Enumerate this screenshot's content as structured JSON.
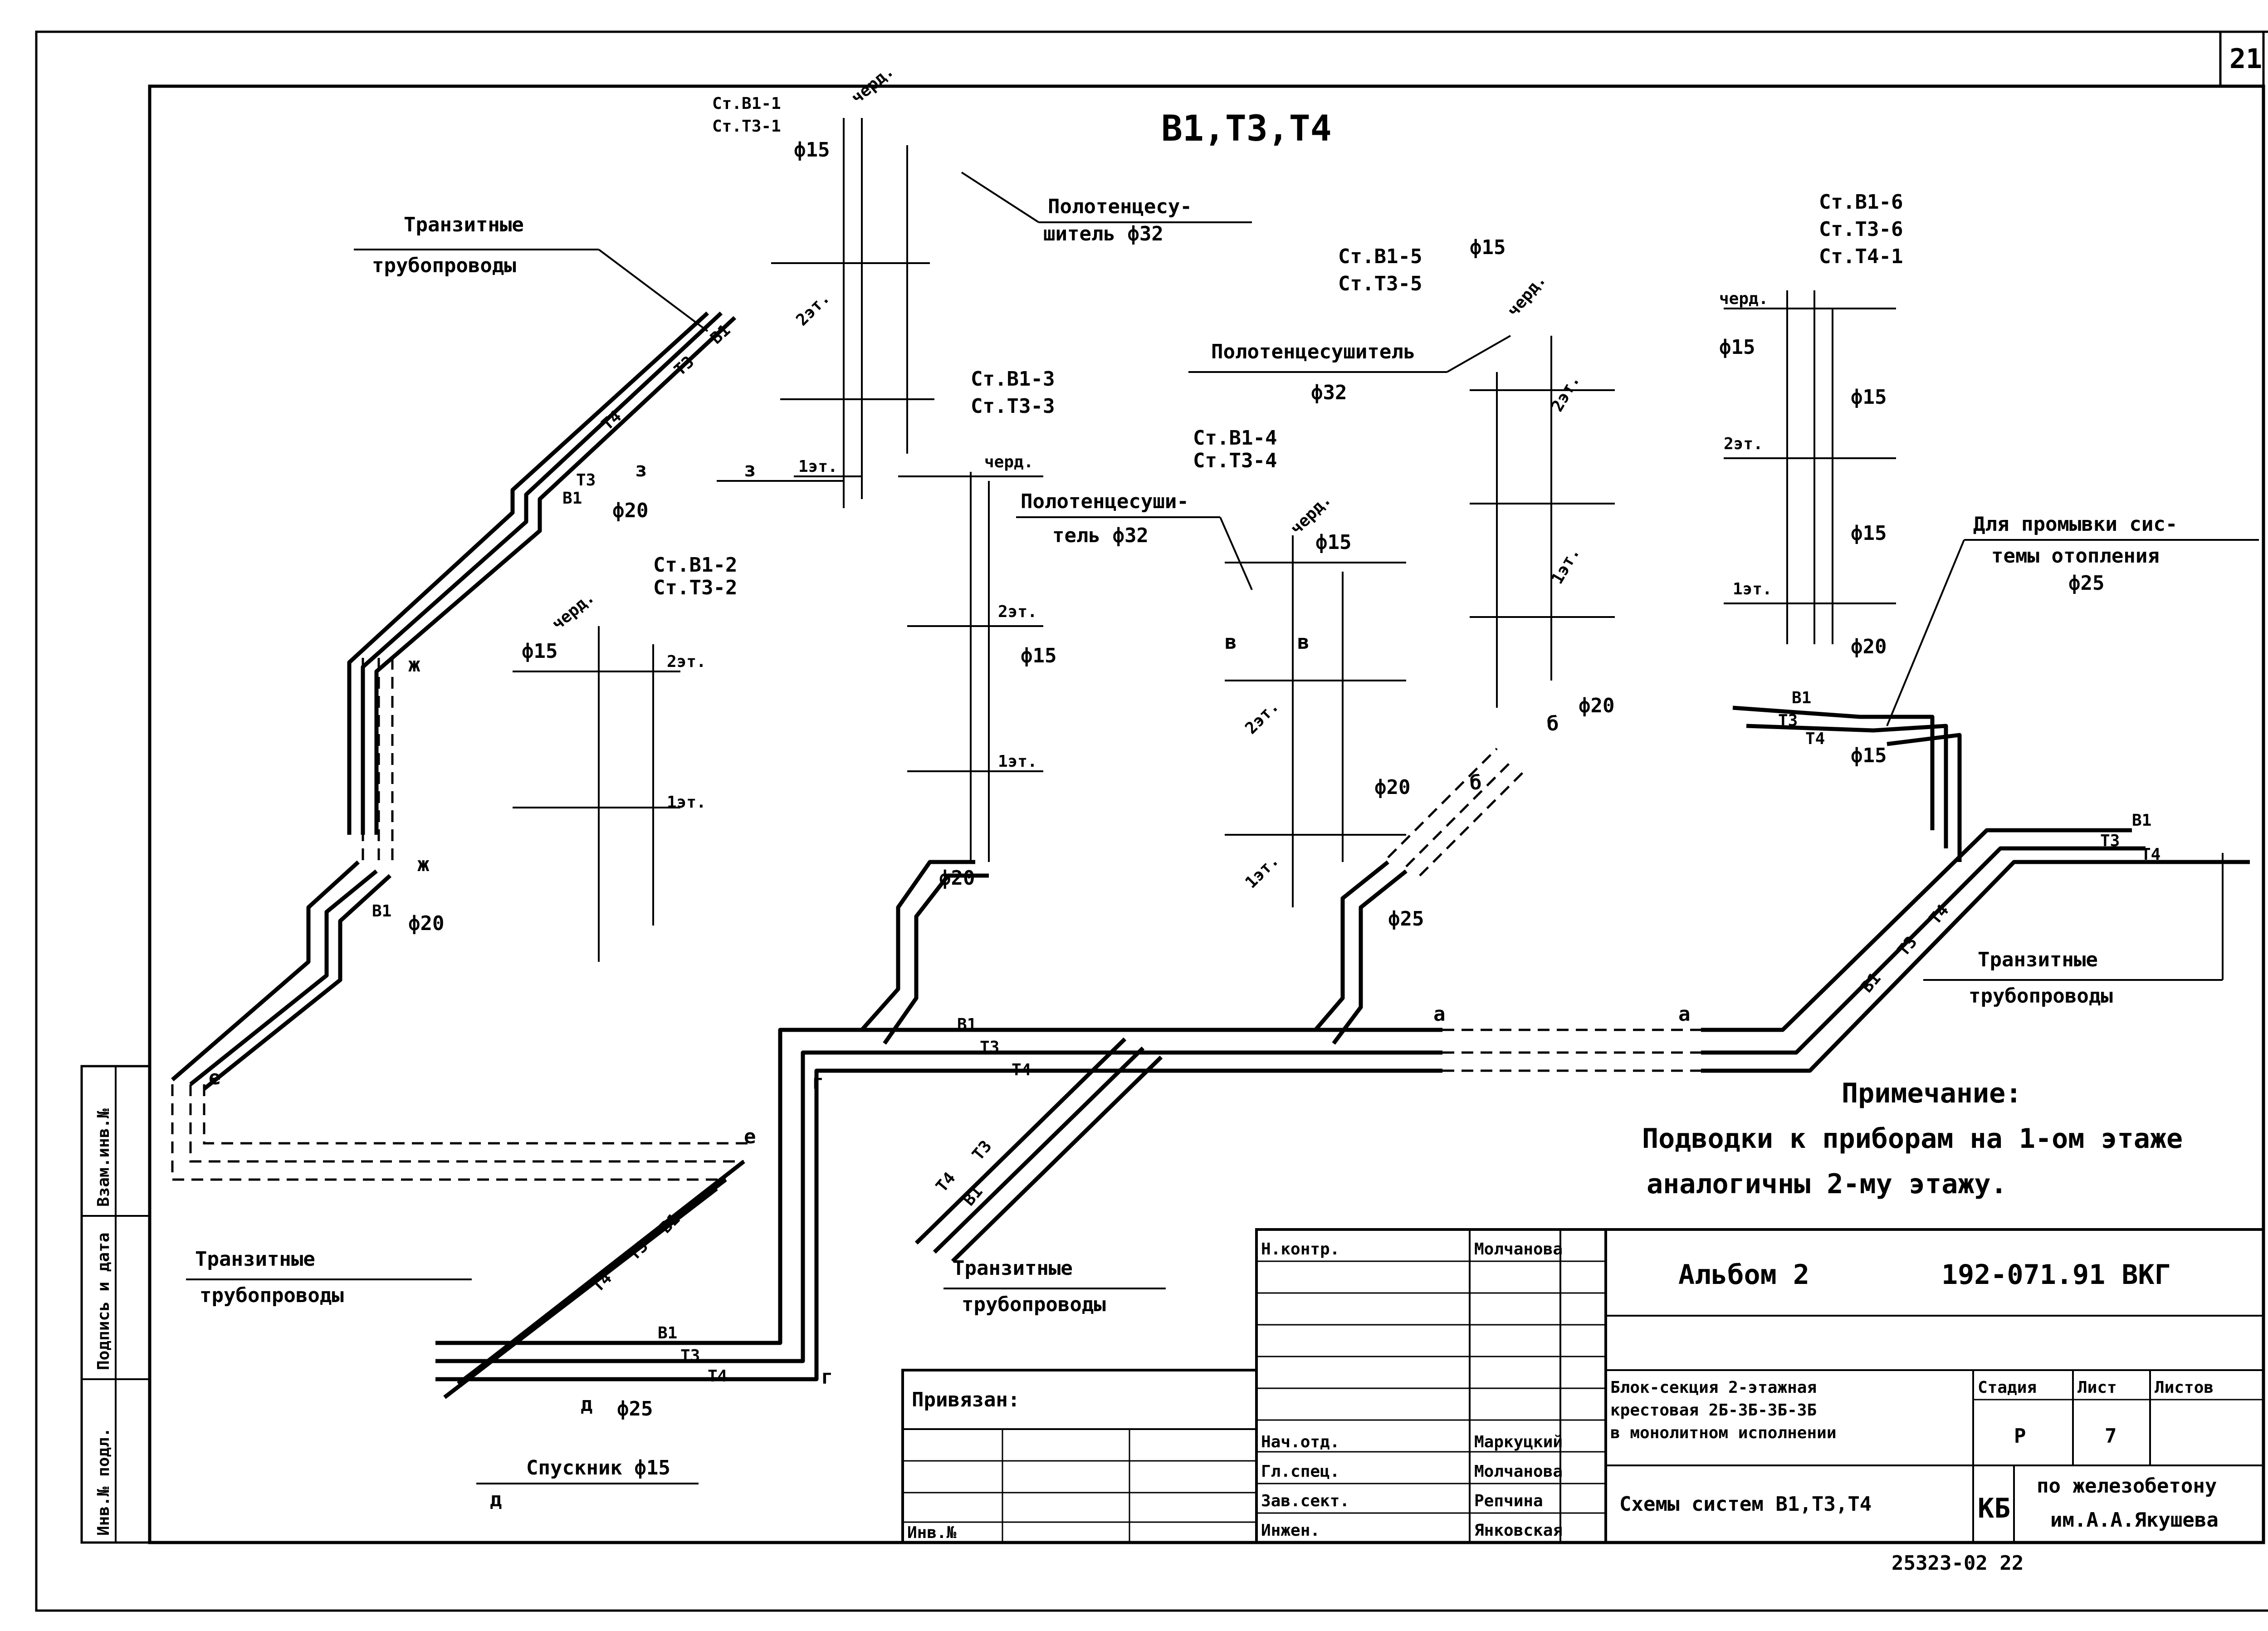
{
  "sheet_number": "21",
  "scheme_title": "В1,Т3,Т4",
  "transit_label_1": "Транзитные",
  "transit_label_2": "трубопроводы",
  "risers": {
    "r1": [
      "Ст.В1-1",
      "Ст.Т3-1"
    ],
    "r2": [
      "Ст.В1-2",
      "Ст.Т3-2"
    ],
    "r3": [
      "Ст.В1-3",
      "Ст.Т3-3"
    ],
    "r4": [
      "Ст.В1-4",
      "Ст.Т3-4"
    ],
    "r5": [
      "Ст.В1-5",
      "Ст.Т3-5"
    ],
    "r6": [
      "Ст.В1-6",
      "Ст.Т3-6",
      "Ст.Т4-1"
    ]
  },
  "towel_dryer": {
    "a_line1": "Полотенцесу-",
    "a_line2": "шитель ф32",
    "b_line1": "Полотенцесушитель",
    "b_line2": "ф32",
    "c_line1": "Полотенцесуши-",
    "c_line2": "тель ф32"
  },
  "diameters": {
    "d15": "ф15",
    "d20": "ф20",
    "d25": "ф25"
  },
  "floors": {
    "attic": "черд.",
    "f1": "1эт.",
    "f2": "2эт."
  },
  "pipe_codes": {
    "b1": "В1",
    "t3": "Т3",
    "t4": "Т4"
  },
  "letters": {
    "a": "а",
    "b": "б",
    "v": "в",
    "g": "г",
    "d": "д",
    "e": "е",
    "zh": "ж",
    "z": "з"
  },
  "flush": {
    "line1": "Для промывки сис-",
    "line2": "темы отопления",
    "line3": "ф25"
  },
  "drain": "Спускник ф15",
  "note": {
    "title": "Примечание:",
    "line1": "Подводки к приборам на 1-ом этаже",
    "line2": "аналогичны 2-му этажу."
  },
  "title_block": {
    "album": "Альбом 2",
    "code": "192-071.91 ВКГ",
    "description": [
      "Блок-секция 2-этажная",
      "крестовая 2Б-3Б-3Б-3Б",
      "в монолитном исполнении"
    ],
    "sheet_title": "Схемы систем В1,Т3,Т4",
    "stage_header": "Стадия",
    "sheet_header": "Лист",
    "sheets_header": "Листов",
    "stage": "Р",
    "sheet": "7",
    "org_mark": "КБ",
    "org_line1": "по железобетону",
    "org_line2": "им.А.А.Якушева",
    "bound": "Привязан:",
    "inv_no": "Инв.№",
    "roles": [
      {
        "role": "Н.контр.",
        "name": "Молчанова"
      },
      {
        "role": "Нач.отд.",
        "name": "Маркуцкий"
      },
      {
        "role": "Гл.спец.",
        "name": "Молчанова"
      },
      {
        "role": "Зав.сект.",
        "name": "Репчина"
      },
      {
        "role": "Инжен.",
        "name": "Янковская"
      }
    ]
  },
  "side_stamp": [
    "Инв.№ подл.",
    "Подпись и дата",
    "Взам.инв.№"
  ],
  "bottom_code": "25323-02   22"
}
